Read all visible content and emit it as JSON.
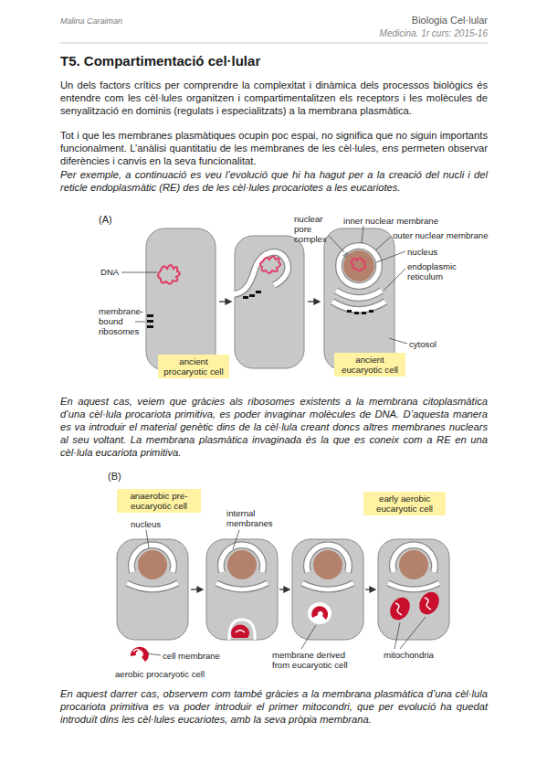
{
  "diagram": {
    "title": "T5. Compartimentació cel·lular",
    "nodes": [
      {
        "text": [
          "ancient procaryotic cell"
        ]
      },
      {
        "text": [
          "ancient eucaryotic cell"
        ]
      },
      {
        "text": [
          "anaerobic pre-eucaryotic cell"
        ]
      },
      {
        "text": [
          "early aerobic eucaryotic cell"
        ]
      }
    ],
    "labels": [
      "Malina Caraiman",
      "Biologia Cel·lular",
      "Medicina. 1r curs: 2015-16",
      "Un dels factors crítics per comprendre la complexitat i dinàmica dels processos biològics és entendre com les cèl·lules organitzen i compartimentalitzen els receptors i les molècules de senyalització en dominis (regulats i especialitzats) a la membrana plasmàtica.",
      "Tot i que les membranes plasmàtiques ocupin poc espai, no significa que no siguin importants funcionalment. L’anàlisi quantitatiu de les membranes de les cèl·lules, ens permeten observar diferències i canvis en la seva funcionalitat.",
      "Per exemple, a continuació es veu l’evolució que hi ha hagut per a la creació del nucli i del reticle endoplasmàtic (RE) des de les cèl·lules procariotes a les eucariotes.",
      "(A)",
      "DNA",
      "membrane- bound ribosomes",
      "nuclear pore complex",
      "inner nuclear membrane",
      "outer nuclear membrane",
      "nucleus",
      "endoplasmic reticulum",
      "cytosol",
      "En aquest cas, veiem que gràcies als ribosomes existents a la membrana citoplasmàtica d’una cèl·lula procariota primitiva, es poder invaginar molècules de DNA. D’aquesta manera es va introduir el material genètic dins de la cèl·lula creant doncs altres membranes nuclears al seu voltant. La membrana plasmàtica invaginada és la que es coneix com a RE en una cèl·lula eucariota primitiva.",
      "(B)",
      "nucleus",
      "internal membranes",
      "cell membrane",
      "aerobic procaryotic cell",
      "membrane derived from eucaryotic cell",
      "mitochondria",
      "En aquest darrer cas, observem com també gràcies a la membrana plasmàtica d’una cèl·lula procariota primitiva es va poder introduir el primer mitocondri, que per evolució ha quedat introduït dins les cèl·lules eucariotes, amb la seva pròpia membrana."
    ]
  }
}
